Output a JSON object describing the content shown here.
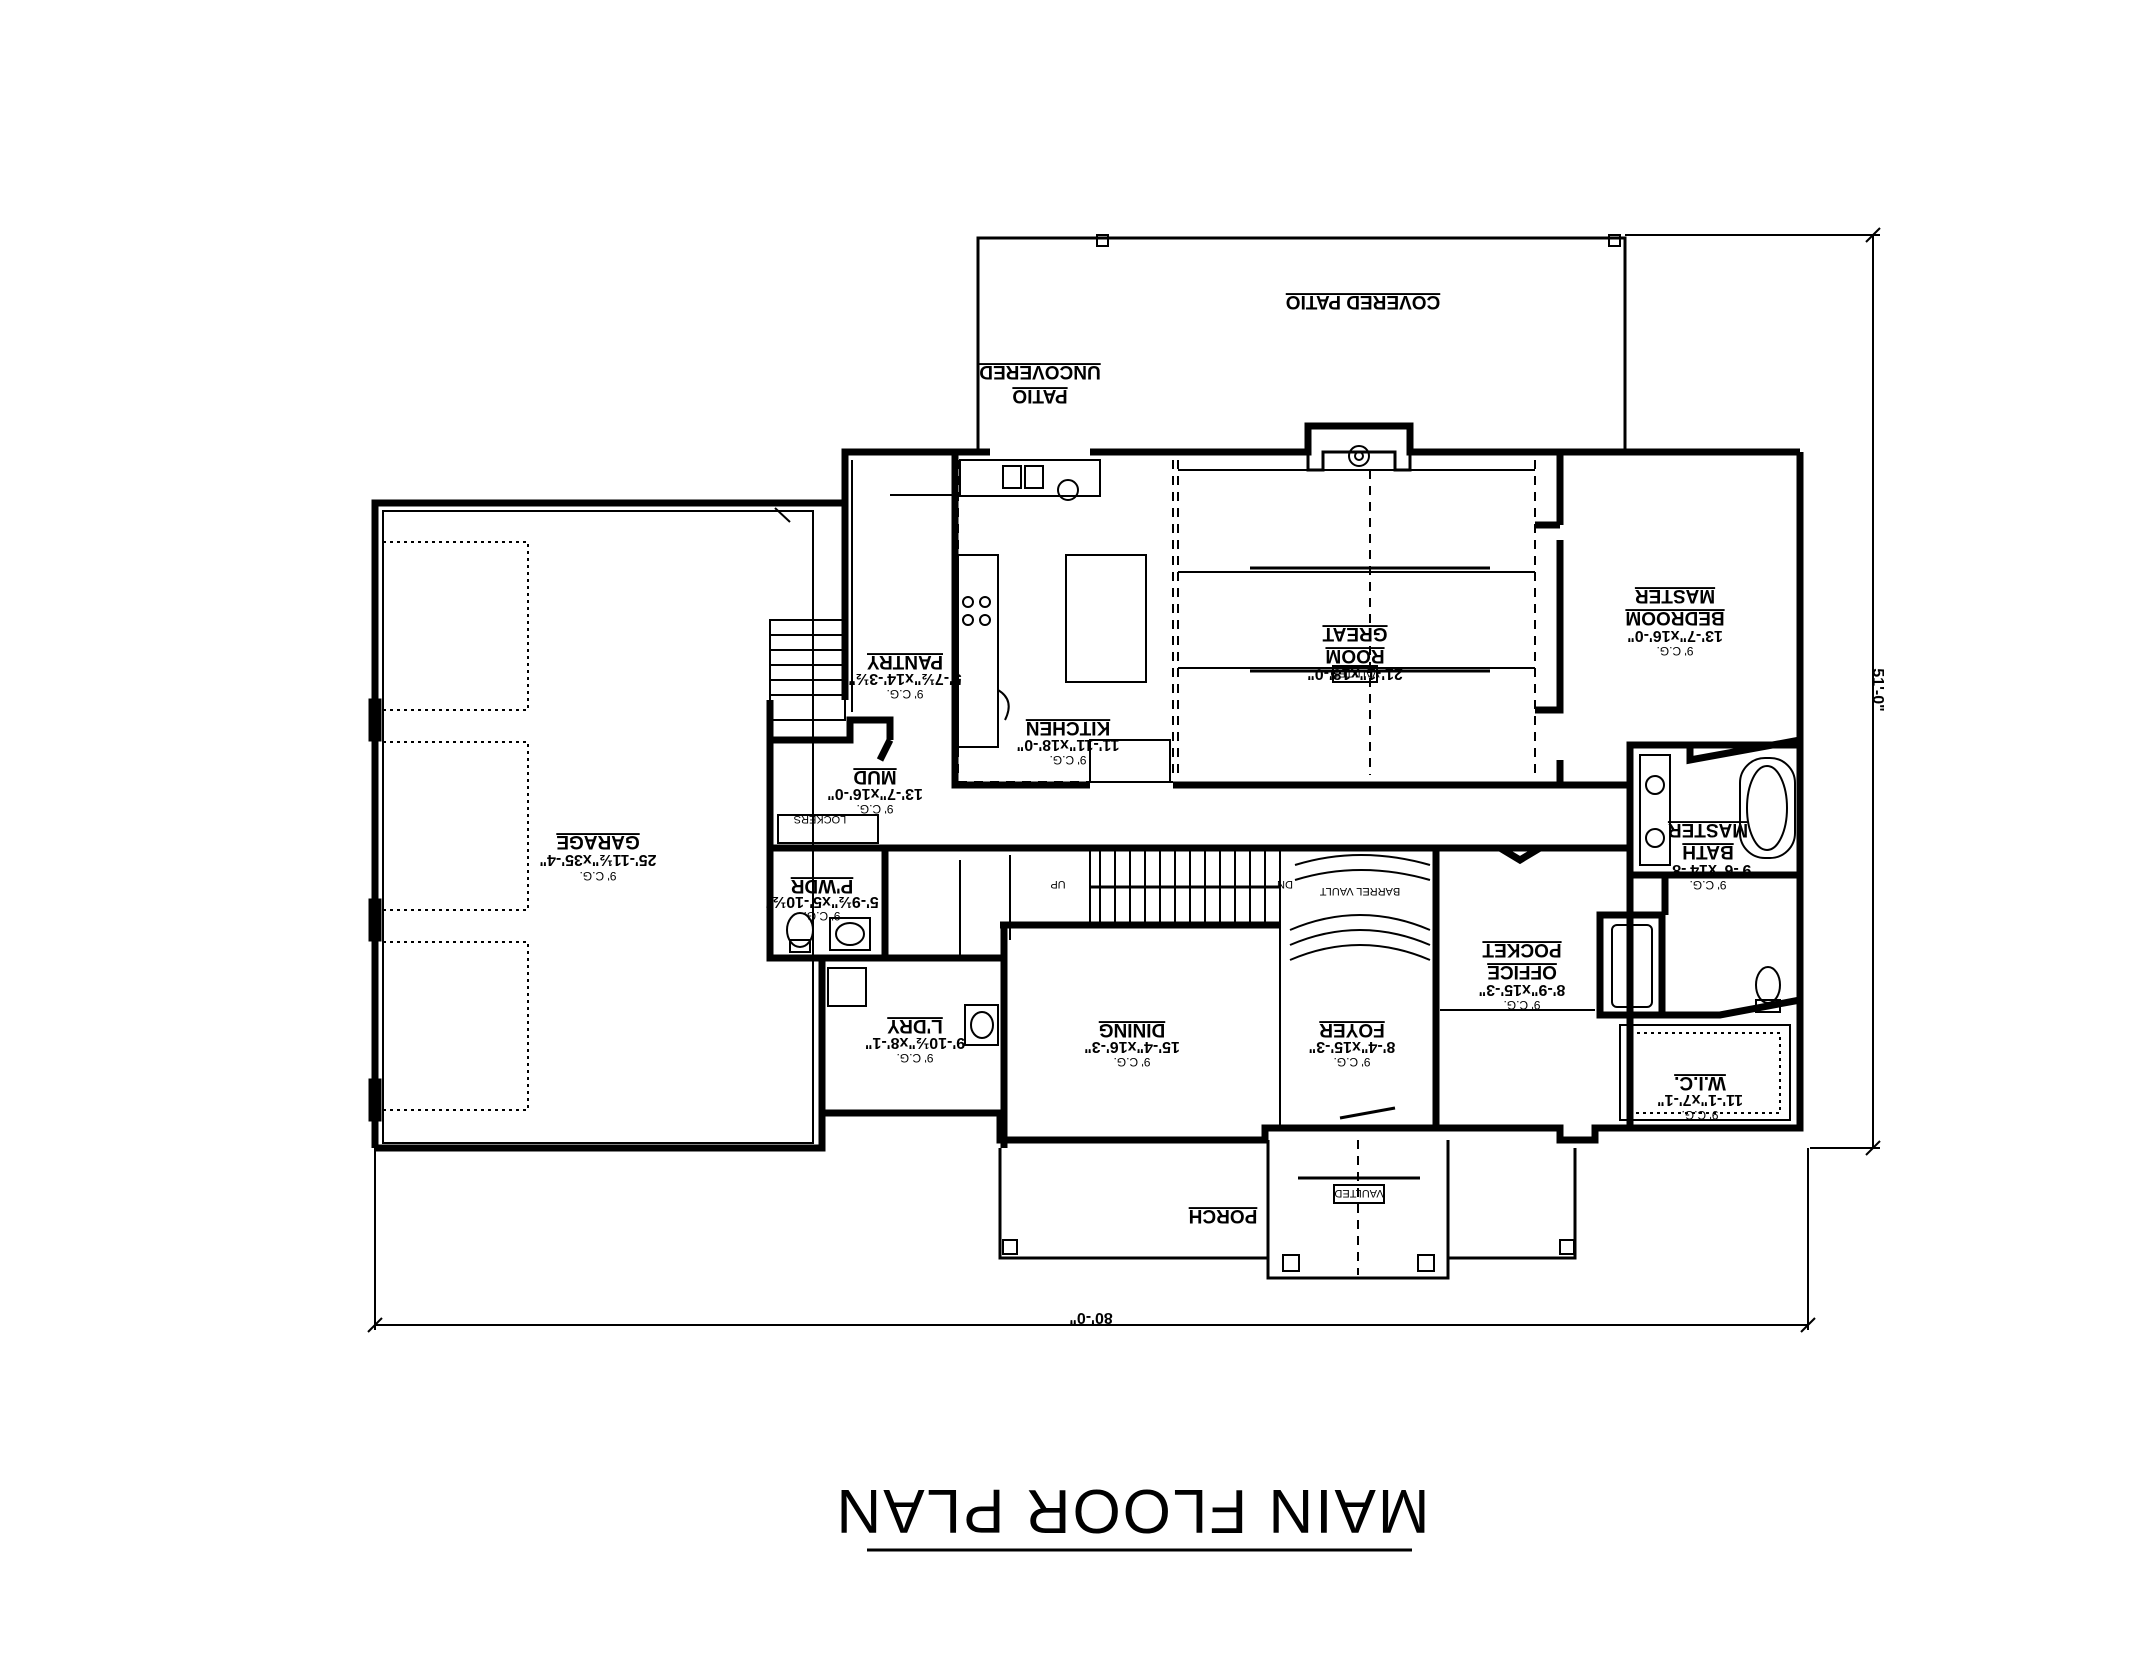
{
  "title": "MAIN FLOOR PLAN",
  "dimensions": {
    "width": "80'-0\"",
    "depth": "51'-0\""
  },
  "rooms": {
    "garage": {
      "name": "GARAGE",
      "size": "25'-11½\"x35'-4\"",
      "ceiling": "9' C.G."
    },
    "pantry": {
      "name": "PANTRY",
      "size": "5'-7½\"x14'-3½\"",
      "ceiling": "9' C.G."
    },
    "mud": {
      "name": "MUD",
      "size": "13'-7\"x16'-0\"",
      "ceiling": "9' C.G.",
      "note": "LOCKERS"
    },
    "powder": {
      "name": "P'WDR",
      "size": "5'-9½\"x5'-10½\"",
      "ceiling": "9' C.G."
    },
    "laundry": {
      "name": "L'DRY",
      "size": "9'-10½\"x8'-1\"",
      "ceiling": "9' C.G."
    },
    "kitchen": {
      "name": "KITCHEN",
      "size": "11'-11\"x18'-0\"",
      "ceiling": "9' C.G."
    },
    "great": {
      "name1": "GREAT",
      "name2": "ROOM",
      "size": "21'-1\"x18'-0\"",
      "ceiling": "VAULTED"
    },
    "dining": {
      "name": "DINING",
      "size": "15'-4\"x16'-3\"",
      "ceiling": "9' C.G."
    },
    "foyer": {
      "name": "FOYER",
      "size": "8'-4\"x15'-3\"",
      "ceiling": "9' C.G.",
      "note": "BARREL VAULT"
    },
    "office": {
      "name1": "POCKET",
      "name2": "OFFICE",
      "size": "8'-9\"x15'-3\"",
      "ceiling": "9' C.G."
    },
    "master_bed": {
      "name1": "MASTER",
      "name2": "BEDROOM",
      "size": "13'-7\"x16'-0\"",
      "ceiling": "9' C.G."
    },
    "master_bath": {
      "name1": "MASTER",
      "name2": "BATH",
      "size": "9'-6\"x14'-8\"",
      "ceiling": "9' C.G."
    },
    "wic": {
      "name": "W.I.C.",
      "size": "11'-1\"x7'-1\"",
      "ceiling": "9' C.G."
    }
  },
  "exterior": {
    "covered_patio": "COVERED PATIO",
    "uncovered_patio_1": "UNCOVERED",
    "uncovered_patio_2": "PATIO",
    "porch": "PORCH",
    "porch_ceiling": "VAULTED"
  },
  "stairs": {
    "up": "UP",
    "down": "DN"
  }
}
